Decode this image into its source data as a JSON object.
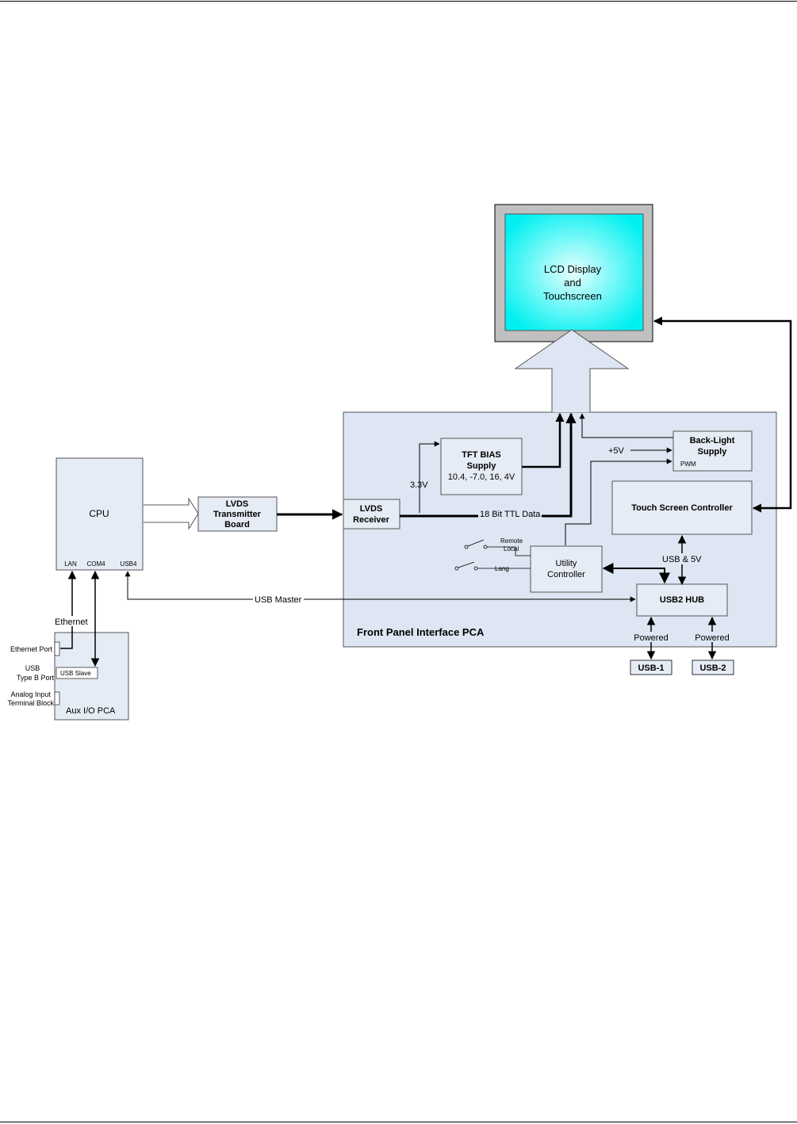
{
  "diagram": {
    "lcd": {
      "line1": "LCD Display",
      "line2": "and",
      "line3": "Touchscreen"
    },
    "cpu": {
      "label": "CPU",
      "ports": {
        "lan": "LAN",
        "com4": "COM4",
        "usb4": "USB4"
      }
    },
    "lvds_tx": {
      "line1": "LVDS",
      "line2": "Transmitter",
      "line3": "Board"
    },
    "fpi": {
      "label": "Front Panel Interface PCA",
      "lvds_rx": {
        "line1": "LVDS",
        "line2": "Receiver"
      },
      "tft": {
        "line1": "TFT BIAS",
        "line2": "Supply",
        "line3": "10.4, -7.0, 16, 4V"
      },
      "backlight": {
        "line1": "Back-Light",
        "line2": "Supply",
        "pwm": "PWM"
      },
      "touch": {
        "label": "Touch Screen Controller"
      },
      "utility": {
        "line1": "Utility",
        "line2": "Controller"
      },
      "hub": {
        "label": "USB2 HUB"
      },
      "labels": {
        "v33": "3.3V",
        "v5": "+5V",
        "ttl": "18 Bit TTL Data",
        "usb5v": "USB & 5V",
        "remote": "Remote",
        "local": "Local",
        "lang": "Lang",
        "powered1": "Powered",
        "powered2": "Powered"
      }
    },
    "usb1": "USB-1",
    "usb2": "USB-2",
    "usb_master": "USB Master",
    "ethernet": "Ethernet",
    "aux": {
      "label": "Aux I/O PCA",
      "usb_slave": "USB Slave",
      "eth_port": "Ethernet Port",
      "usb_port_line1": "USB",
      "usb_port_line2": "Type B Port",
      "analog_line1": "Analog Input",
      "analog_line2": "Terminal Block"
    },
    "colors": {
      "lcd_screen": "#00ffff",
      "lcd_bezel": "#c0c0c0",
      "box_fill": "#e6ecf5",
      "board_fill": "#dde6f2",
      "line": "#000000"
    }
  }
}
